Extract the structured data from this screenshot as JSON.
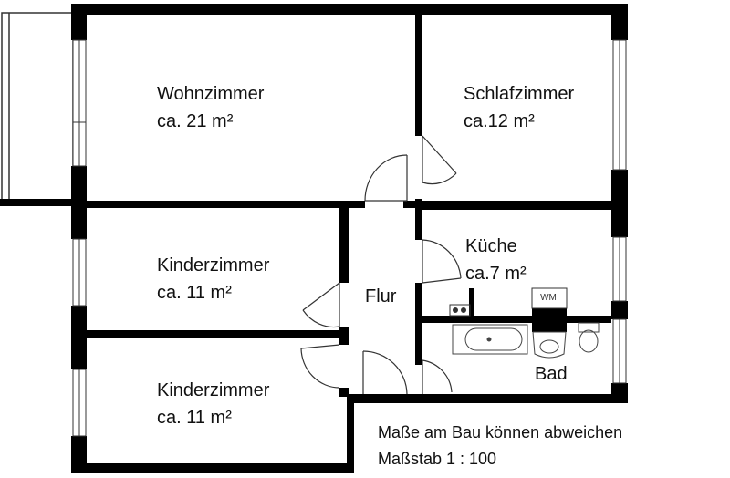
{
  "rooms": {
    "wohnzimmer": {
      "name": "Wohnzimmer",
      "area": "ca. 21 m²"
    },
    "schlafzimmer": {
      "name": "Schlafzimmer",
      "area": "ca.12 m²"
    },
    "kinderzimmer1": {
      "name": "Kinderzimmer",
      "area": "ca. 11 m²"
    },
    "kinderzimmer2": {
      "name": "Kinderzimmer",
      "area": "ca. 11 m²"
    },
    "flur": {
      "name": "Flur"
    },
    "kueche": {
      "name": "Küche",
      "area": "ca.7 m²"
    },
    "bad": {
      "name": "Bad"
    }
  },
  "fixtures": {
    "washer": "WM"
  },
  "notes": {
    "disclaimer": "Maße am Bau können abweichen",
    "scale": "Maßstab 1 : 100"
  },
  "colors": {
    "wall": "#000000",
    "line": "#333333",
    "background": "#ffffff"
  },
  "icons": [
    "door-swing-icon",
    "window-icon",
    "bathtub-icon",
    "sink-icon",
    "toilet-icon",
    "stove-icon",
    "washing-machine-icon"
  ]
}
